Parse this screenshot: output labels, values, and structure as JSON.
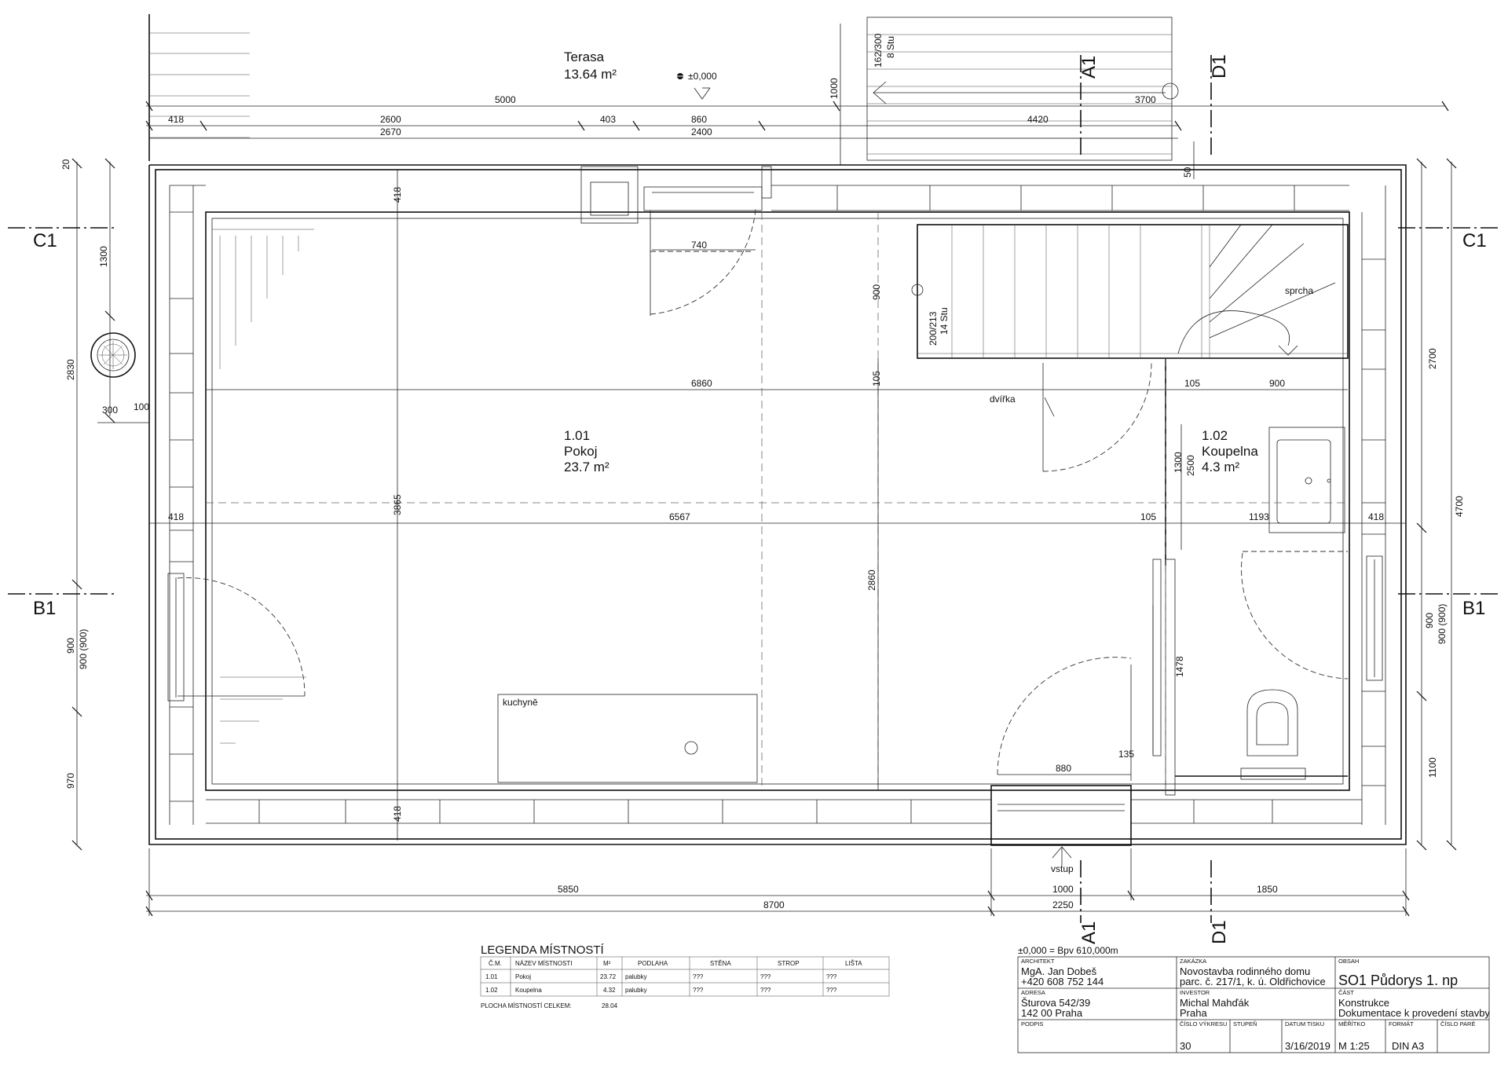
{
  "terrace": {
    "name": "Terasa",
    "area": "13.64 m²",
    "level_mark": "±0,000"
  },
  "rooms": [
    {
      "id": "1.01",
      "name": "Pokoj",
      "area": "23.7 m²"
    },
    {
      "id": "1.02",
      "name": "Koupelna",
      "area": "4.3 m²"
    }
  ],
  "labels": {
    "shower": "sprcha",
    "kitchen": "kuchyně",
    "hatch": "dvířka",
    "entry": "vstup",
    "stairs_upper": "162/300",
    "stairs_upper_count": "8 Stu",
    "stairs_main": "200/213",
    "stairs_main_count": "14 Stu"
  },
  "axes": {
    "a1": "A1",
    "d1": "D1",
    "c1": "C1",
    "b1": "B1"
  },
  "dims": {
    "top_5000": "5000",
    "top_3700": "3700",
    "top_418": "418",
    "top_2600": "2600",
    "top_2670": "2670",
    "top_403": "403",
    "top_860": "860",
    "top_2400": "2400",
    "top_4420": "4420",
    "top_1000": "1000",
    "top_20": "20",
    "top_50": "50",
    "wall_418_top": "418",
    "d740": "740",
    "d900_stair": "900",
    "d6860": "6860",
    "d105_a": "105",
    "d105_b": "105",
    "d900_bath": "900",
    "d418_left": "418",
    "d6567": "6567",
    "d105_c": "105",
    "d1193": "1193",
    "d418_right": "418",
    "d3865": "3865",
    "d2860": "2860",
    "d1300_bath": "1300",
    "d2500_bath": "2500",
    "d1478": "1478",
    "d880": "880",
    "d135": "135",
    "d418_bottom": "418",
    "left_1300": "1300",
    "left_2830": "2830",
    "left_300": "300",
    "left_100": "100",
    "left_900": "900",
    "left_900b": "900 (900)",
    "left_970": "970",
    "right_2700": "2700",
    "right_4700": "4700",
    "right_900": "900",
    "right_900b": "900 (900)",
    "right_1100": "1100",
    "bottom_5850": "5850",
    "bottom_1000": "1000",
    "bottom_1850": "1850",
    "bottom_8700": "8700",
    "bottom_2250": "2250"
  },
  "legend": {
    "title": "LEGENDA MÍSTNOSTÍ",
    "headers": [
      "Č.M.",
      "NÁZEV MÍSTNOSTI",
      "M²",
      "PODLAHA",
      "STĚNA",
      "STROP",
      "LIŠTA"
    ],
    "rows": [
      [
        "1.01",
        "Pokoj",
        "23.72",
        "palubky",
        "???",
        "???",
        "???"
      ],
      [
        "1.02",
        "Koupelna",
        "4.32",
        "palubky",
        "???",
        "???",
        "???"
      ]
    ],
    "total_label": "PLOCHA MÍSTNOSTÍ CELKEM:",
    "total_value": "28.04"
  },
  "title_block": {
    "datum_note": "±0,000 = Bpv 610,000m",
    "architect_head": "ARCHITEKT",
    "architect_name": "MgA. Jan Dobeš",
    "architect_phone": "+420 608 752 144",
    "address_head": "ADRESA",
    "address_street": "Šturova 542/39",
    "address_city": "142 00 Praha",
    "signature_head": "PODPIS",
    "order_head": "ZAKÁZKA",
    "order_line1": "Novostavba rodinného domu",
    "order_line2": "parc. č. 217/1, k. ú. Oldřichovice",
    "investor_head": "INVESTOR",
    "investor_name": "Michal Mahďák",
    "investor_city": "Praha",
    "drawing_no_head": "ČÍSLO VÝKRESU",
    "drawing_no": "30",
    "degree_head": "STUPEŇ",
    "print_date_head": "DATUM TISKU",
    "print_date": "3/16/2019",
    "content_head": "OBSAH",
    "content_title": "SO1 Půdorys 1. np",
    "part_head": "ČÁST",
    "part_line1": "Konstrukce",
    "part_line2": "Dokumentace k provedení stavby",
    "scale_head": "MĚŘÍTKO",
    "scale": "M 1:25",
    "format_head": "FORMÁT",
    "format": "DIN A3",
    "copy_head": "ČÍSLO PARÉ"
  }
}
